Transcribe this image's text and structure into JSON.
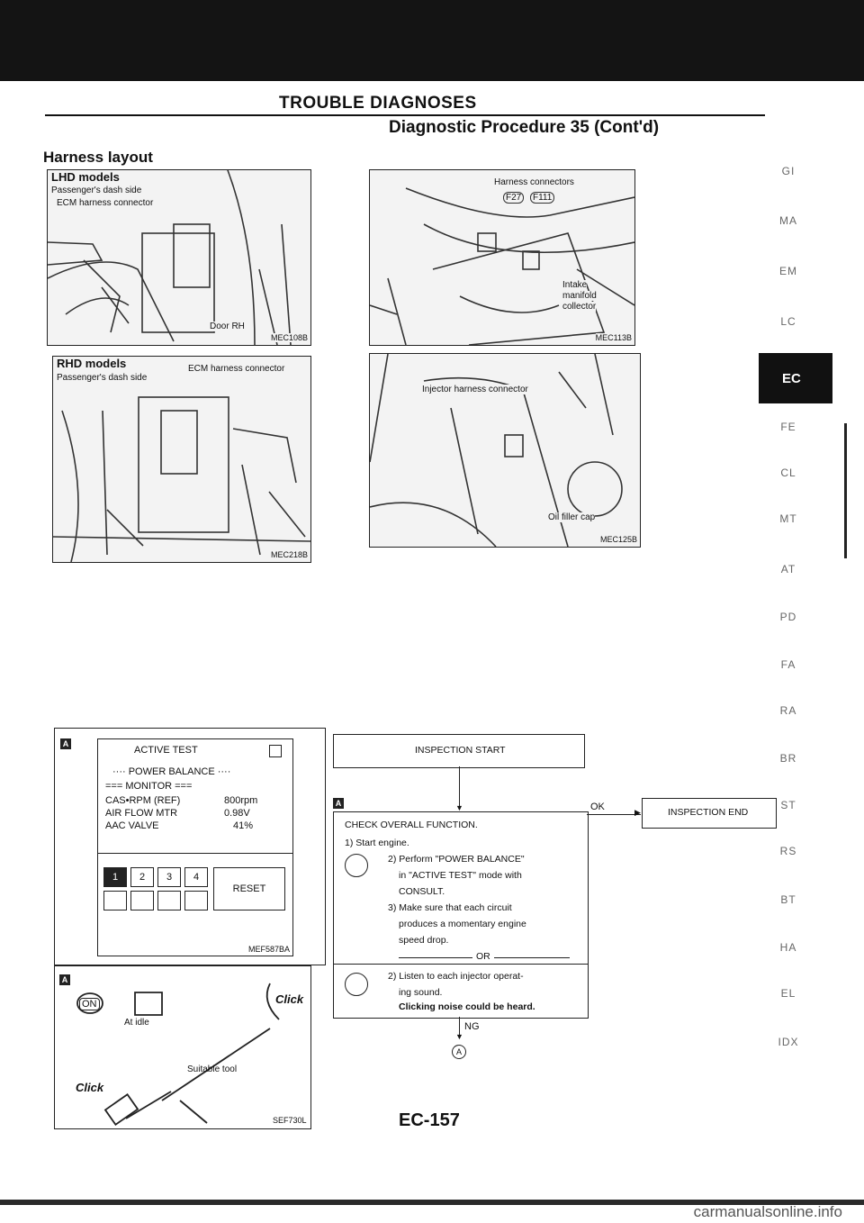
{
  "header": {
    "title": "TROUBLE DIAGNOSES",
    "subtitle": "Diagnostic Procedure 35 (Cont'd)"
  },
  "section_title": "Harness layout",
  "photos": {
    "lhd": {
      "heading": "LHD models",
      "labels": [
        "Passenger's dash side",
        "ECM harness connector",
        "Door RH"
      ],
      "code": "MEC108B"
    },
    "rhd": {
      "heading": "RHD models",
      "labels": [
        "Passenger's dash side",
        "ECM harness connector"
      ],
      "code": "MEC218B"
    },
    "engine_top": {
      "labels": [
        "Harness connectors",
        "F27",
        "F111",
        "Intake",
        "manifold",
        "collector"
      ],
      "code": "MEC113B"
    },
    "injector": {
      "labels": [
        "Injector harness connector",
        "Oil filler cap"
      ],
      "code": "MEC125B"
    }
  },
  "side_tabs": [
    "GI",
    "MA",
    "EM",
    "LC",
    "EC",
    "FE",
    "CL",
    "MT",
    "AT",
    "PD",
    "FA",
    "RA",
    "BR",
    "ST",
    "RS",
    "BT",
    "HA",
    "EL",
    "IDX"
  ],
  "consult": {
    "badge": "A",
    "title": "ACTIVE TEST",
    "line1": "···· POWER BALANCE ····",
    "line2": "=== MONITOR ===",
    "rows": [
      {
        "label": "CAS•RPM (REF)",
        "value": "800rpm"
      },
      {
        "label": "AIR FLOW MTR",
        "value": "0.98V"
      },
      {
        "label": "AAC VALVE",
        "value": "41%"
      }
    ],
    "keys": [
      "1",
      "2",
      "3",
      "4"
    ],
    "reset": "RESET",
    "code": "MEF587BA"
  },
  "stethoscope": {
    "badge": "A",
    "ign": "ON",
    "at_idle": "At idle",
    "click": "Click",
    "tool": "Suitable tool",
    "code": "SEF730L"
  },
  "flow": {
    "start": "INSPECTION START",
    "badge": "A",
    "check_title": "CHECK OVERALL FUNCTION.",
    "steps": [
      "1) Start engine.",
      "2) Perform \"POWER BALANCE\"",
      "in \"ACTIVE TEST\" mode with",
      "CONSULT.",
      "3) Make sure that each circuit",
      "produces a momentary engine",
      "speed drop."
    ],
    "or": "OR",
    "alt_steps": [
      "2) Listen to each injector operat-",
      "ing sound."
    ],
    "alt_bold": "Clicking noise could be heard.",
    "ok": "OK",
    "end": "INSPECTION END",
    "ng": "NG",
    "next": "A"
  },
  "footer": {
    "page": "EC-157"
  },
  "watermark": "carmanualsonline.info"
}
